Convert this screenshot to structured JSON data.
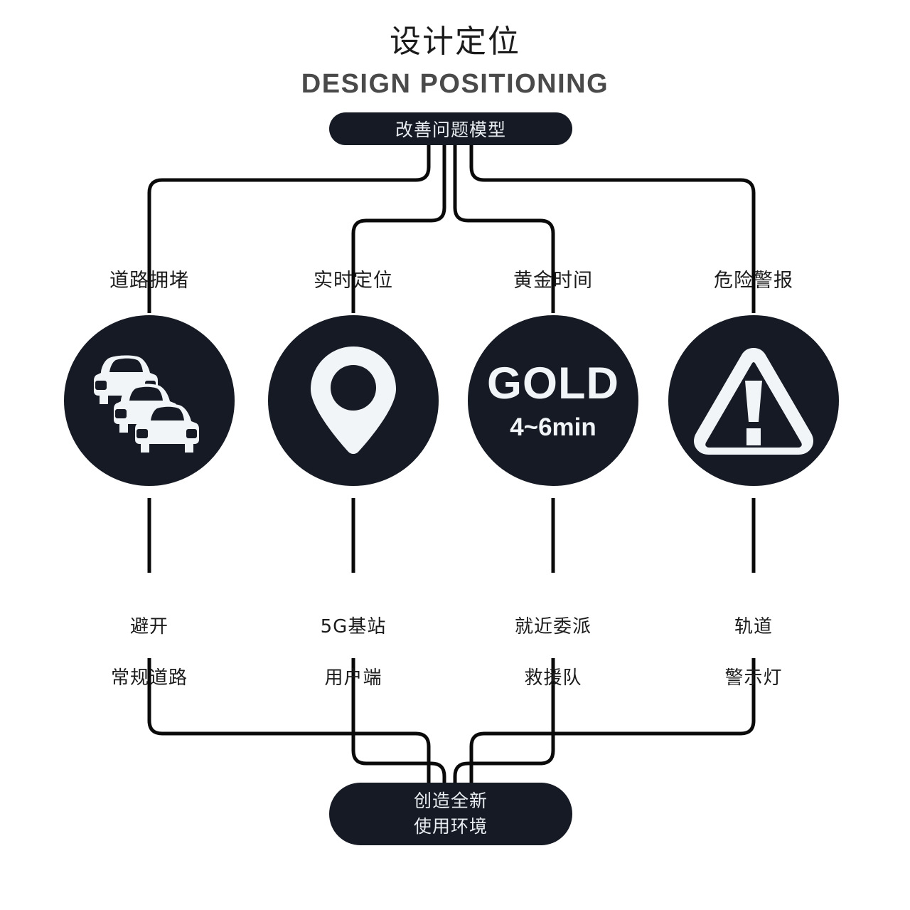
{
  "header": {
    "title_cn": "设计定位",
    "title_en": "DESIGN POSITIONING"
  },
  "top_node": {
    "label": "改善问题模型"
  },
  "bottom_node": {
    "line1": "创造全新",
    "line2": "使用环境"
  },
  "branches": [
    {
      "id": "road-congestion",
      "label": "道路拥堵",
      "icon": "traffic-jam-icon",
      "outcome": "避开\n常规道路",
      "outcome_line1": "避开",
      "outcome_line2": "常规道路"
    },
    {
      "id": "realtime-positioning",
      "label": "实时定位",
      "icon": "map-pin-icon",
      "outcome": "5G基站\n用户端",
      "outcome_line1": "5G基站",
      "outcome_line2": "用户端"
    },
    {
      "id": "golden-time",
      "label": "黄金时间",
      "icon": "gold-time-icon",
      "icon_text_main": "GOLD",
      "icon_text_sub": "4~6min",
      "outcome": "就近委派\n救援队",
      "outcome_line1": "就近委派",
      "outcome_line2": "救援队"
    },
    {
      "id": "danger-alert",
      "label": "危险警报",
      "icon": "warning-triangle-icon",
      "outcome": "轨道\n警示灯",
      "outcome_line1": "轨道",
      "outcome_line2": "警示灯"
    }
  ],
  "colors": {
    "dark": "#151a24",
    "line": "#0a0a0a",
    "title_cn": "#1b1b1b",
    "title_en": "#4a4a4a",
    "icon_fill": "#f2f5f8",
    "background": "#ffffff"
  }
}
